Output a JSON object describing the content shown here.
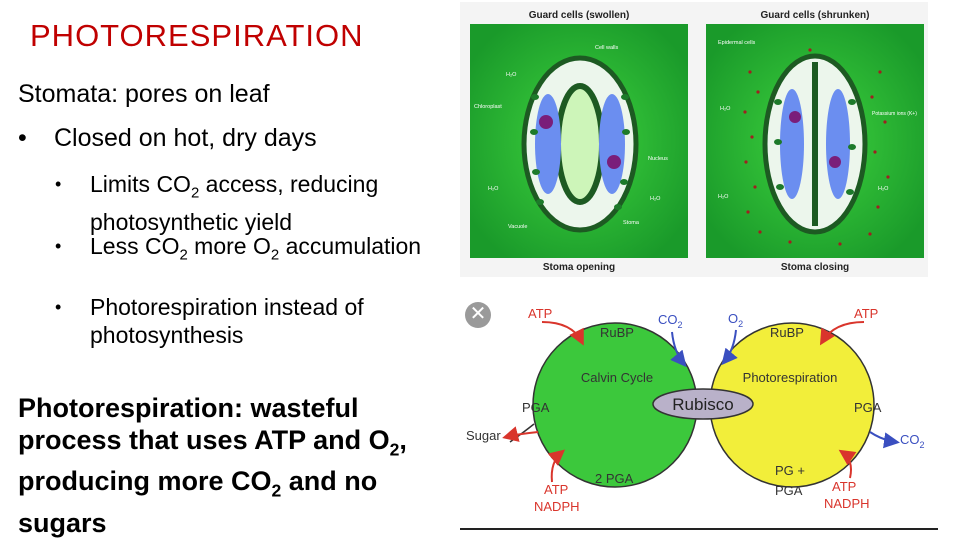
{
  "slide": {
    "title": "PHOTORESPIRATION",
    "heading": "Stomata: pores on leaf",
    "bullet": "Closed on hot, dry days",
    "sub1_a": "Limits CO",
    "sub1_sub": "2",
    "sub1_b": " access, reducing photosynthetic yield",
    "sub2_a": "Less CO",
    "sub2_sub1": "2",
    "sub2_b": " more O",
    "sub2_sub2": "2",
    "sub2_c": " accumulation",
    "sub3": "Photorespiration instead of photosynthesis",
    "bottom_a": "Photorespiration: wasteful process that uses ATP and O",
    "bottom_sub1": "2",
    "bottom_b": ", producing more CO",
    "bottom_sub2": "2",
    "bottom_c": " and no sugars"
  },
  "stomata_figure": {
    "left_title": "Guard cells (swollen)",
    "right_title": "Guard cells (shrunken)",
    "left_caption": "Stoma opening",
    "right_caption": "Stoma closing",
    "cell_walls": "Cell walls",
    "epidermal": "Epidermal cells",
    "chloroplast": "Chloroplast",
    "nucleus": "Nucleus",
    "vacuole": "Vacuole",
    "stoma": "Stoma",
    "potassium": "Potassium ions (K+)",
    "h2o": "H₂O"
  },
  "cycle_figure": {
    "atp": "ATP",
    "rubp": "RuBP",
    "co2": "CO",
    "o2": "O",
    "two": "2",
    "calvin": "Calvin Cycle",
    "photoresp": "Photorespiration",
    "rubisco": "Rubisco",
    "pga": "PGA",
    "sugar": "Sugar",
    "two_pga": "2 PGA",
    "pg_plus": "PG +",
    "nadph": "NADPH",
    "colors": {
      "green": "#3cc83c",
      "yellow": "#f2ee3a",
      "red": "#d9352c",
      "blue": "#3a4fc0"
    }
  },
  "close_symbol": "✕"
}
